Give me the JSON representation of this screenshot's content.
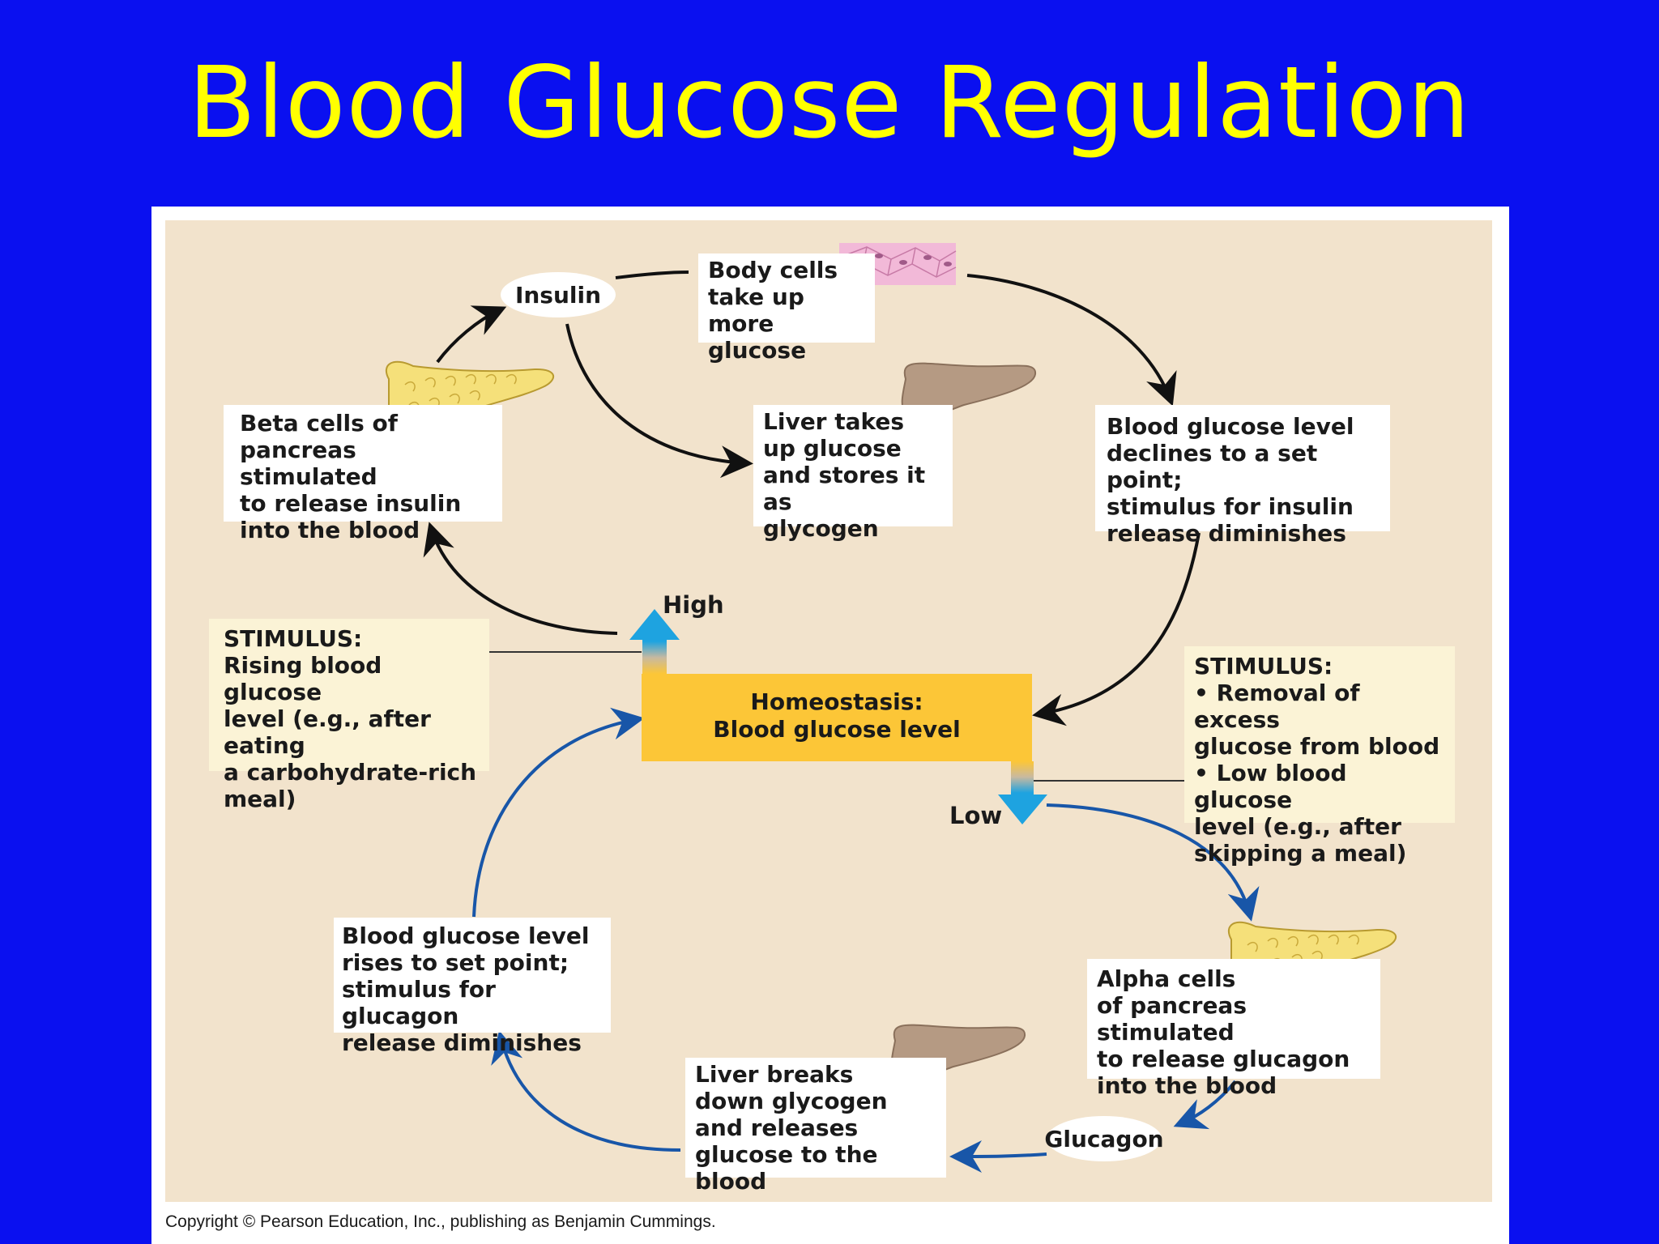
{
  "title": "Blood Glucose Regulation",
  "copyright": "Copyright © Pearson Education, Inc., publishing as Benjamin Cummings.",
  "homeostasis": {
    "heading": "Homeostasis:",
    "subtitle": "Blood glucose level"
  },
  "labels": {
    "high": "High",
    "low": "Low",
    "insulin": "Insulin",
    "glucagon": "Glucagon"
  },
  "boxes": {
    "body_cells": "Body cells\ntake up more\nglucose",
    "beta_cells": "Beta cells of\npancreas stimulated\nto release insulin\ninto the blood",
    "liver_takes": "Liver takes\nup glucose\nand stores it as\nglycogen",
    "declines": "Blood glucose level\ndeclines to a set point;\nstimulus for insulin\nrelease diminishes",
    "stimulus_high": "STIMULUS:\nRising blood glucose\nlevel (e.g., after eating\na carbohydrate-rich\nmeal)",
    "stimulus_low": "STIMULUS:\n• Removal of excess\n   glucose from blood\n• Low blood glucose\n   level (e.g., after\n   skipping a meal)",
    "rises": "Blood glucose level\nrises to set point;\nstimulus for glucagon\nrelease diminishes",
    "alpha_cells": "Alpha cells\nof pancreas stimulated\nto release glucagon\ninto the blood",
    "liver_breaks": "Liver breaks\ndown glycogen\nand releases\nglucose to the blood"
  },
  "colors": {
    "slide_bg": "#0a10f0",
    "title": "#ffff00",
    "panel": "#f2e3cc",
    "homeostasis": "#fcc637",
    "high_arrow": "#1ea3e0",
    "glucagon_path": "#1856a8",
    "insulin_path": "#111111"
  }
}
